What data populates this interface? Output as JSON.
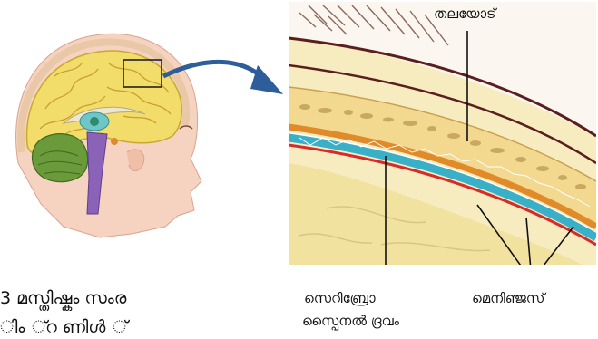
{
  "labels": {
    "skull": "തലയോട്",
    "csf_line1": "സെറിബ്രോ",
    "csf_line2": "സ്പൈനൽ ദ്രവം",
    "meninges": "മെനിഞ്ജസ്"
  },
  "body_text": {
    "line1": "3 മസ്തിഷ്കം സംര",
    "line2": "ിം ്റ ണിൾ ്"
  },
  "colors": {
    "brain": "#f2dc6a",
    "cerebellum": "#6a9a3a",
    "brainstem": "#8a63b8",
    "skin": "#f6d2c0",
    "arrow": "#2d5d9a",
    "csf_layer": "#3ab0c8",
    "dura": "#e08a2a",
    "skull_bone": "#f3d890"
  }
}
